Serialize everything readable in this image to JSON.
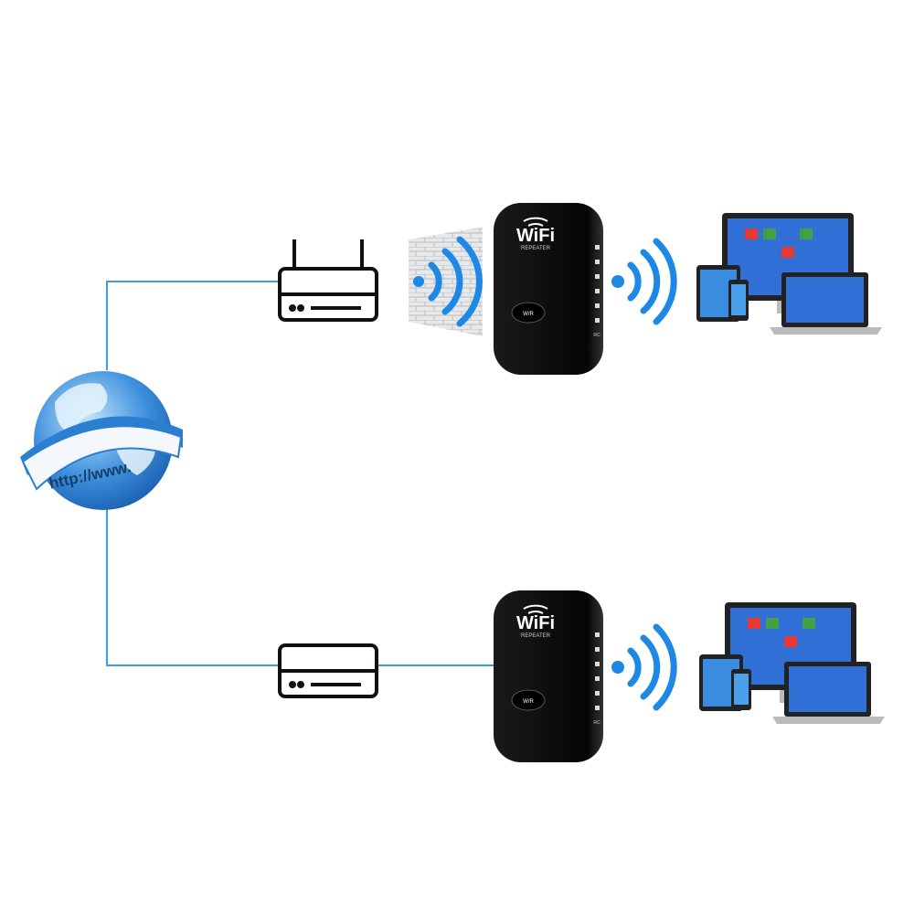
{
  "globe": {
    "label": "http://www."
  },
  "repeater": {
    "brand": "WiFi",
    "subtitle": "REPEATER",
    "button": "W/R",
    "led_label": "RC"
  },
  "colors": {
    "line": "#3aa0d8",
    "signal": "#1e88e5",
    "device": "#111111",
    "globe": "#2a7fd0"
  }
}
